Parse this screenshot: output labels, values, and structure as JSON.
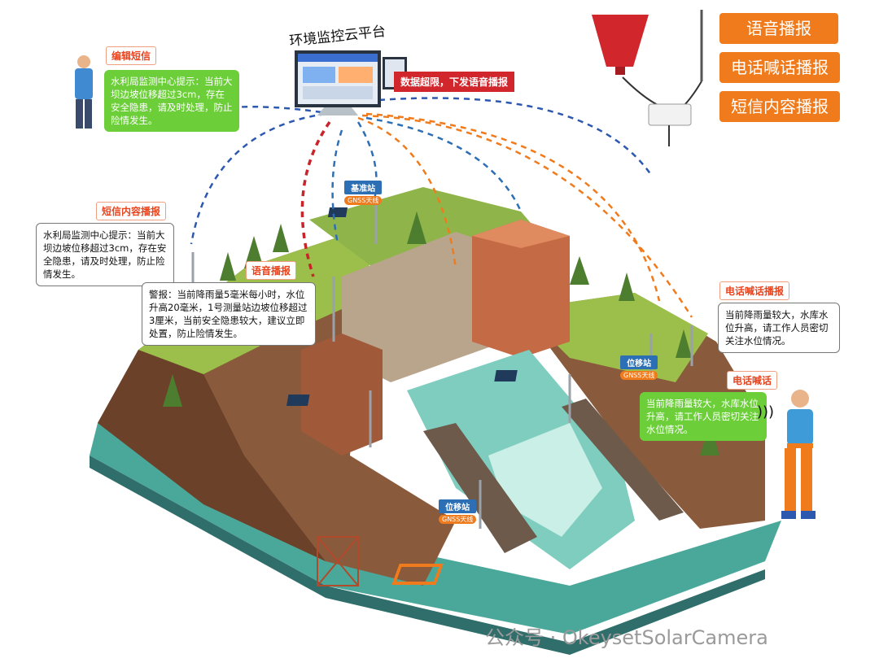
{
  "platform": {
    "title": "环境监控云平台",
    "alert_text": "数据超限，下发语音播报"
  },
  "right_buttons": [
    {
      "label": "语音播报"
    },
    {
      "label": "电话喊话播报"
    },
    {
      "label": "短信内容播报"
    }
  ],
  "edit_sms": {
    "tag": "编辑短信",
    "message": "水利局监测中心提示：当前大坝边坡位移超过3cm，存在安全隐患，请及时处理，防止险情发生。"
  },
  "sms_broadcast": {
    "tag": "短信内容播报",
    "message": "水利局监测中心提示：当前大坝边坡位移超过3cm，存在安全隐患，请及时处理，防止险情发生。"
  },
  "voice_broadcast": {
    "tag": "语音播报",
    "message": "警报：当前降雨量5毫米每小时，水位升高20毫米，1号测量站边坡位移超过3厘米，当前安全隐患较大，建议立即处置，防止险情发生。"
  },
  "phone_broadcast": {
    "tag": "电话喊话播报",
    "message": "当前降雨量较大，水库水位升高，请工作人员密切关注水位情况。"
  },
  "phone_call": {
    "tag": "电话喊话",
    "message": "当前降雨量较大，水库水位升高，请工作人员密切关注水位情况。"
  },
  "stations": {
    "base": {
      "label": "基准站",
      "gnss": "GNSS天线"
    },
    "disp_right": {
      "label": "位移站",
      "gnss": "GNSS天线"
    },
    "disp_bottom": {
      "label": "位移站",
      "gnss": "GNSS天线"
    }
  },
  "watermark": "公众号 · OkeysetSolarCamera",
  "colors": {
    "green": "#6ccf3a",
    "orange": "#f07b1d",
    "red": "#d0262c",
    "blue": "#2d6fb5"
  }
}
